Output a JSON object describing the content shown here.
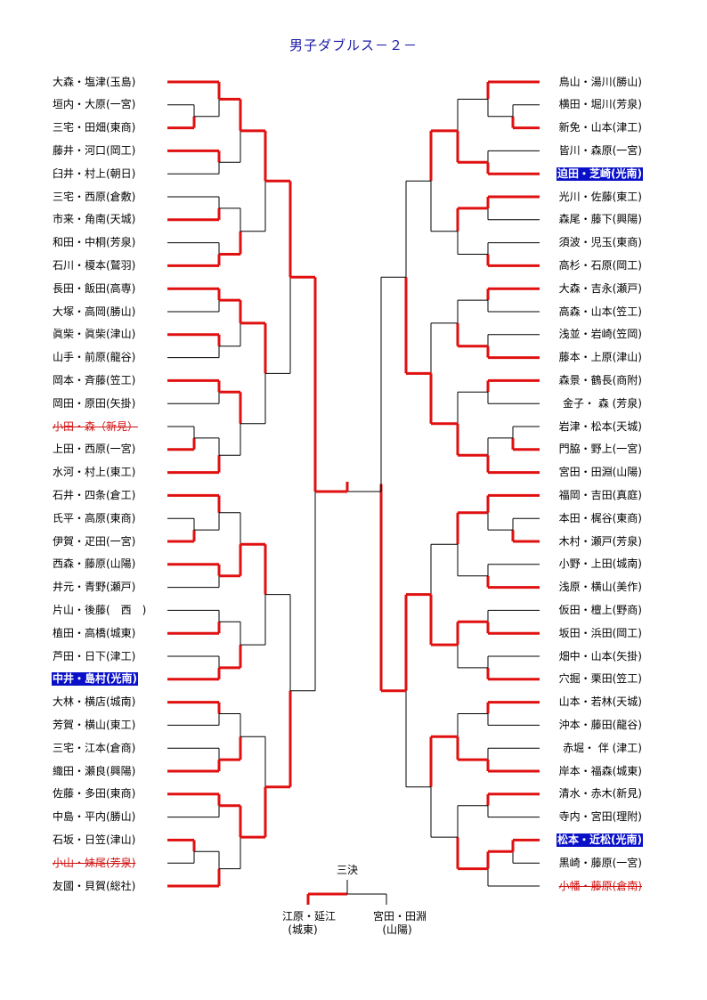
{
  "title": "男子ダブルス－２－",
  "left_entries": [
    {
      "name": "大森・塩津(玉島)"
    },
    {
      "name": "垣内・大原(一宮)"
    },
    {
      "name": "三宅・田畑(東商)"
    },
    {
      "name": "藤井・河口(岡工)"
    },
    {
      "name": "臼井・村上(朝日)"
    },
    {
      "name": "三宅・西原(倉敷)"
    },
    {
      "name": "市来・角南(天城)"
    },
    {
      "name": "和田・中桐(芳泉)"
    },
    {
      "name": "石川・榎本(鷲羽)"
    },
    {
      "name": "長田・飯田(高専)"
    },
    {
      "name": "大塚・高岡(勝山)"
    },
    {
      "name": "眞柴・眞柴(津山)"
    },
    {
      "name": "山手・前原(龍谷)"
    },
    {
      "name": "岡本・斉藤(笠工)"
    },
    {
      "name": "岡田・原田(矢掛)"
    },
    {
      "name": "小田・森（新見）",
      "withdrawn": true
    },
    {
      "name": "上田・西原(一宮)"
    },
    {
      "name": "水河・村上(東工)"
    },
    {
      "name": "石井・四条(倉工)"
    },
    {
      "name": "氏平・高原(東商)"
    },
    {
      "name": "伊賀・疋田(一宮)"
    },
    {
      "name": "西森・藤原(山陽)"
    },
    {
      "name": "井元・青野(瀬戸)"
    },
    {
      "name": "片山・後藤(　西　)"
    },
    {
      "name": "植田・高橋(城東)"
    },
    {
      "name": "芦田・日下(津工)"
    },
    {
      "name": "中井・島村(光南)",
      "highlight": true
    },
    {
      "name": "大林・横店(城南)"
    },
    {
      "name": "芳賀・横山(東工)"
    },
    {
      "name": "三宅・江本(倉商)"
    },
    {
      "name": "織田・瀬良(興陽)"
    },
    {
      "name": "佐藤・多田(東商)"
    },
    {
      "name": "中島・平内(勝山)"
    },
    {
      "name": "石坂・日笠(津山)"
    },
    {
      "name": "小山・妹尾(芳泉)",
      "withdrawn": true
    },
    {
      "name": "友國・貝賀(総社)"
    }
  ],
  "right_entries": [
    {
      "name": "鳥山・湯川(勝山)"
    },
    {
      "name": "横田・堀川(芳泉)"
    },
    {
      "name": "新免・山本(津工)"
    },
    {
      "name": "皆川・森原(一宮)"
    },
    {
      "name": "迫田・芝崎(光南)",
      "highlight": true
    },
    {
      "name": "光川・佐藤(東工)"
    },
    {
      "name": "森尾・藤下(興陽)"
    },
    {
      "name": "須波・児玉(東商)"
    },
    {
      "name": "高杉・石原(岡工)"
    },
    {
      "name": "大森・吉永(瀬戸)"
    },
    {
      "name": "高森・山本(笠工)"
    },
    {
      "name": "浅並・岩崎(笠岡)"
    },
    {
      "name": "藤本・上原(津山)"
    },
    {
      "name": "森景・鶴長(商附)"
    },
    {
      "name": "金子・ 森 (芳泉)"
    },
    {
      "name": "岩津・松本(天城)"
    },
    {
      "name": "門脇・野上(一宮)"
    },
    {
      "name": "宮田・田淵(山陽)"
    },
    {
      "name": "福岡・吉田(真庭)"
    },
    {
      "name": "本田・梶谷(東商)"
    },
    {
      "name": "木村・瀬戸(芳泉)"
    },
    {
      "name": "小野・上田(城南)"
    },
    {
      "name": "浅原・横山(美作)"
    },
    {
      "name": "仮田・檀上(野商)"
    },
    {
      "name": "坂田・浜田(岡工)"
    },
    {
      "name": "畑中・山本(矢掛)"
    },
    {
      "name": "穴掘・栗田(笠工)"
    },
    {
      "name": "山本・若林(天城)"
    },
    {
      "name": "沖本・藤田(龍谷)"
    },
    {
      "name": "赤堀・ 伴 (津工)"
    },
    {
      "name": "岸本・福森(城東)"
    },
    {
      "name": "清水・赤木(新見)"
    },
    {
      "name": "寺内・宮田(理附)"
    },
    {
      "name": "松本・近松(光南)",
      "highlight": true
    },
    {
      "name": "黒崎・藤原(一宮)"
    },
    {
      "name": "小幡・藤原(倉南)",
      "withdrawn": true
    }
  ],
  "third_place": {
    "label": "三決",
    "left_name": "江原・延江",
    "left_school": "(城東)",
    "right_name": "宮田・田淵",
    "right_school": "(山陽)"
  },
  "colors": {
    "winner_line": "#e01010",
    "loser_line": "#000000",
    "highlight_bg": "#0a10c8",
    "title": "#1a1aa6"
  }
}
